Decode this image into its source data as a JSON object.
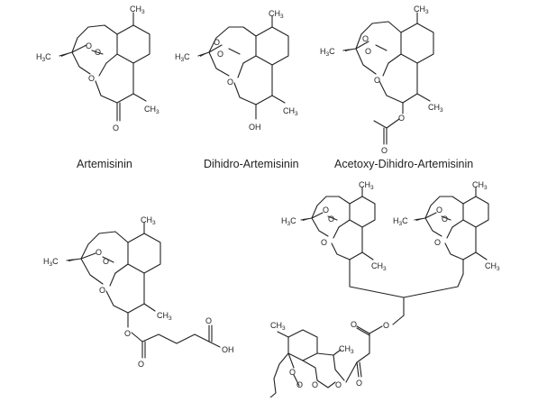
{
  "compounds": [
    {
      "caption": "Artemisinin"
    },
    {
      "caption": "Dihidro-Artemisinin"
    },
    {
      "caption": "Acetoxy-Dihidro-Artemisinin"
    }
  ],
  "atom_labels": {
    "methyl": "CH",
    "methyl_sub": "3",
    "methyl_left": "H",
    "methyl_left_c": "C",
    "oxygen": "O",
    "hydroxyl": "OH"
  },
  "icons": [
    "artemisinin-structure",
    "dihydroartemisinin-structure",
    "acetoxy-dihydroartemisinin-structure",
    "artesunate-structure",
    "trimer-structure"
  ]
}
